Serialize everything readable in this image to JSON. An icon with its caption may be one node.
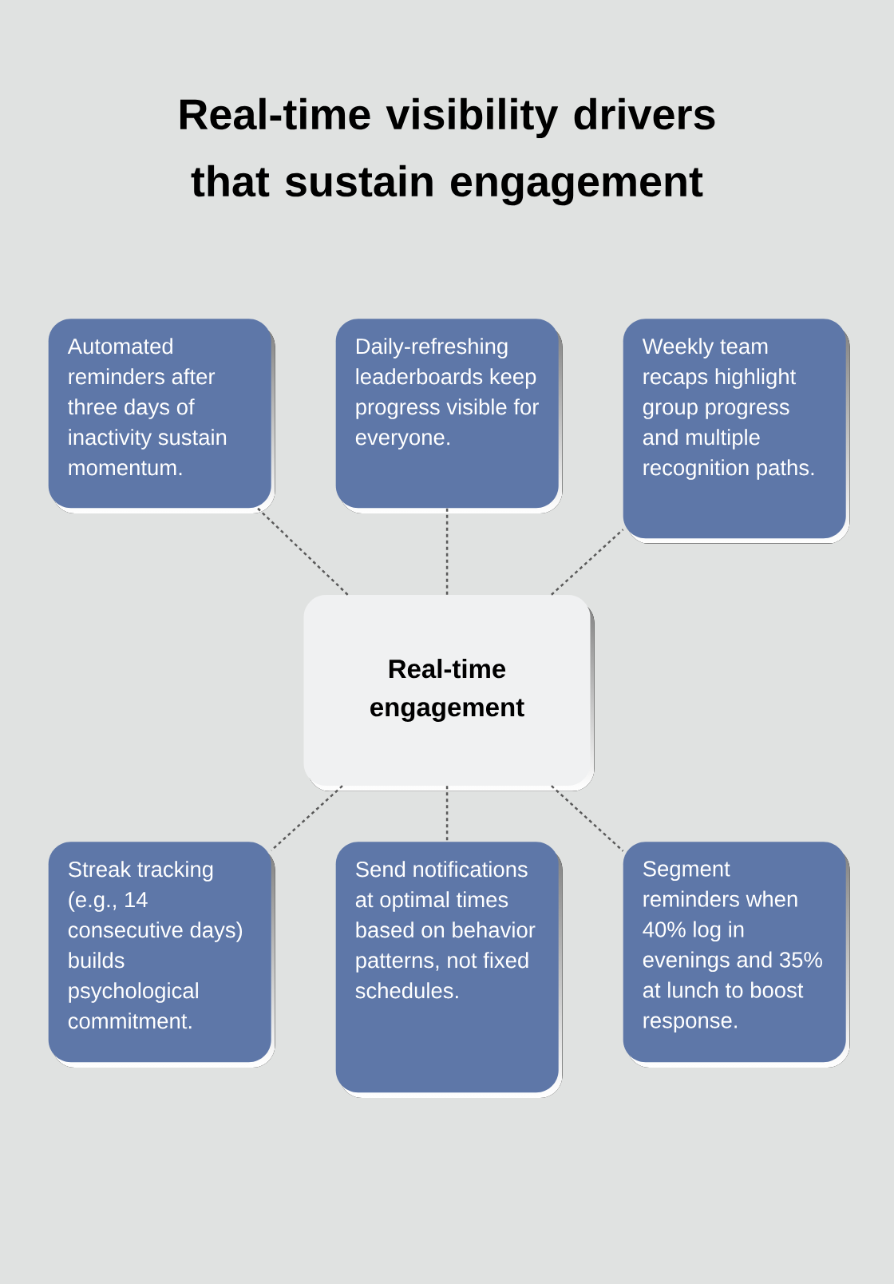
{
  "diagram": {
    "title": "Real-time visibility drivers that sustain engagement",
    "nodes": [
      {
        "text": [
          "Automated reminders after three days of inactivity sustain momentum."
        ]
      },
      {
        "text": [
          "Daily-refreshing leaderboards keep progress visible for everyone."
        ]
      },
      {
        "text": [
          "Weekly team recaps highlight group progress and multiple recognition paths."
        ]
      },
      {
        "text": [
          "Real-time engagement"
        ]
      },
      {
        "text": [
          "Streak tracking (e.g., 14 consecutive days) builds psychological commitment."
        ]
      },
      {
        "text": [
          "Send notifications at optimal times based on behavior patterns, not fixed schedules."
        ]
      },
      {
        "text": [
          "Segment reminders when 40% log in evenings and 35% at lunch to boost response."
        ]
      }
    ],
    "edges": [
      {
        "from": 3,
        "to": 0,
        "arrow": "none",
        "style": "dashed"
      },
      {
        "from": 3,
        "to": 1,
        "arrow": "none",
        "style": "dashed"
      },
      {
        "from": 3,
        "to": 2,
        "arrow": "none",
        "style": "dashed"
      },
      {
        "from": 3,
        "to": 4,
        "arrow": "none",
        "style": "dashed"
      },
      {
        "from": 3,
        "to": 5,
        "arrow": "none",
        "style": "dashed"
      },
      {
        "from": 3,
        "to": 6,
        "arrow": "none",
        "style": "dashed"
      }
    ]
  }
}
